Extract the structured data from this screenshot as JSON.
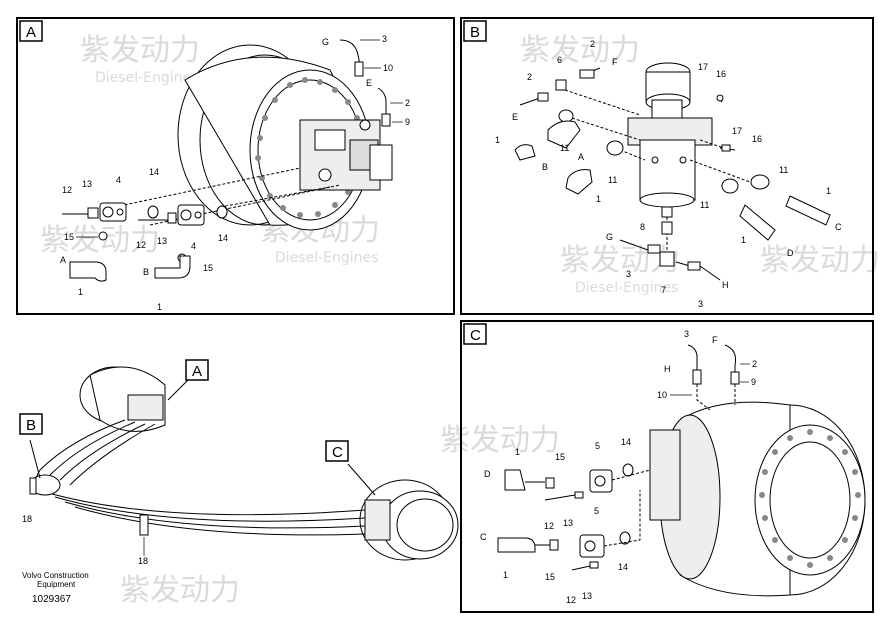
{
  "panels": {
    "a": {
      "tag": "A"
    },
    "b": {
      "tag": "B"
    },
    "c": {
      "tag": "C"
    }
  },
  "overview": {
    "callout_a": "A",
    "callout_b": "B",
    "callout_c": "C",
    "clamp_left": "18",
    "clamp_mid": "18"
  },
  "panel_a_labels": {
    "g": "G",
    "n3": "3",
    "n10": "10",
    "e": "E",
    "n2": "2",
    "n9": "9",
    "n12a": "12",
    "n13a": "13",
    "n4a": "4",
    "n14a": "14",
    "n15a": "15",
    "a": "A",
    "n1a": "1",
    "n12b": "12",
    "n13b": "13",
    "n4b": "4",
    "n14b": "14",
    "n15b": "15",
    "b": "B",
    "n1b": "1"
  },
  "panel_b_labels": {
    "n2a": "2",
    "f": "F",
    "n6": "6",
    "n2b": "2",
    "e": "E",
    "n17a": "17",
    "n16a": "16",
    "n11a": "11",
    "n1a": "1",
    "b": "B",
    "n17b": "17",
    "n16b": "16",
    "a": "A",
    "n11b": "11",
    "n1b": "1",
    "n11c": "11",
    "n11d": "11",
    "n1c": "1",
    "c": "C",
    "n8": "8",
    "n1d": "1",
    "d": "D",
    "g": "G",
    "n3a": "3",
    "n7": "7",
    "h": "H",
    "n3b": "3"
  },
  "panel_c_labels": {
    "n3": "3",
    "f": "F",
    "h": "H",
    "n2": "2",
    "n9": "9",
    "n10": "10",
    "n15a": "15",
    "n5a": "5",
    "n14a": "14",
    "n1a": "1",
    "d": "D",
    "n12a": "12",
    "n13a": "13",
    "n5b": "5",
    "n14b": "14",
    "c": "C",
    "n1b": "1",
    "n15b": "15",
    "n12b": "12",
    "n13b": "13"
  },
  "footer": {
    "line1": "Volvo Construction",
    "line2": "Equipment",
    "doc_number": "1029367"
  },
  "watermark": {
    "brand": "紫发动力",
    "sub": "Diesel-Engines"
  }
}
